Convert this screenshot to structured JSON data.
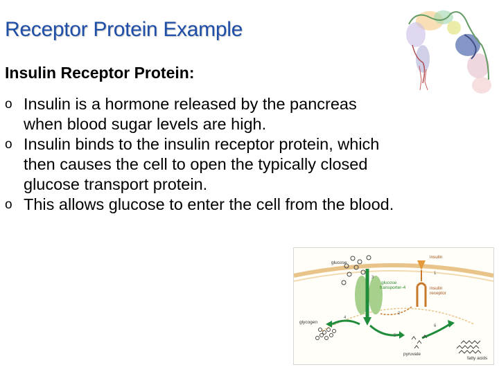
{
  "slide": {
    "title": "Receptor Protein Example",
    "subtitle": "Insulin Receptor Protein:",
    "bullet_marker": "o",
    "bullets": [
      {
        "lines": [
          "Insulin is a hormone released by the pancreas",
          "when blood sugar levels are high."
        ]
      },
      {
        "lines": [
          "Insulin binds to the insulin receptor protein, which",
          "then causes the cell to open the typically closed",
          "glucose transport protein."
        ]
      },
      {
        "lines": [
          "This allows glucose to enter the cell from the blood."
        ]
      }
    ]
  },
  "diagram": {
    "labels": {
      "insulin": "insulin",
      "glucose": "glucose",
      "glucose_transporter": "glucose",
      "glucose_transporter_2": "transporter-4",
      "insulin_receptor": "insulin",
      "insulin_receptor_2": "receptor",
      "glycogen": "glycogen",
      "pyruvate": "pyruvate",
      "fatty_acids": "fatty acids"
    },
    "steps": [
      "1",
      "2",
      "3",
      "4",
      "5",
      "6"
    ]
  },
  "colors": {
    "title": "#1f4fa8",
    "membrane": "#e8c48a",
    "transporter": "#a8d08d",
    "arrow_green": "#1e8c3a",
    "receptor": "#c8782a"
  }
}
